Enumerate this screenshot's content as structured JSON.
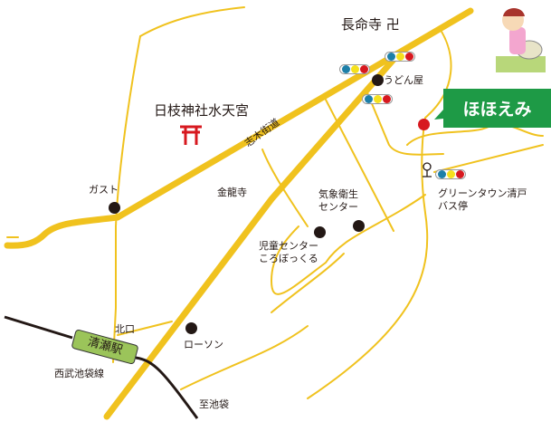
{
  "labels": {
    "chomeiji": "長命寺 卍",
    "udonya": "うどん屋",
    "hiesha": "日枝神社水天宮",
    "shiki_kaido": "志木街道",
    "gusto": "ガスト",
    "konryuji": "金龍寺",
    "kisho": "気象衛生\nセンター",
    "jido": "児童センター\nころぼっくる",
    "bus": "グリーンタウン清戸\nバス停",
    "kitaguchi": "北口",
    "lawson": "ローソン",
    "seibu": "西武池袋線",
    "ikebukuro": "至池袋",
    "station": "清瀬駅",
    "destination": "ほほえみ"
  },
  "colors": {
    "road": "#f0c21e",
    "destination": "#1e9a46",
    "marker": "#d7181f",
    "shrine": "#d7181f",
    "signal": [
      "#1d7fa8",
      "#f5e11e",
      "#d7181f"
    ]
  }
}
